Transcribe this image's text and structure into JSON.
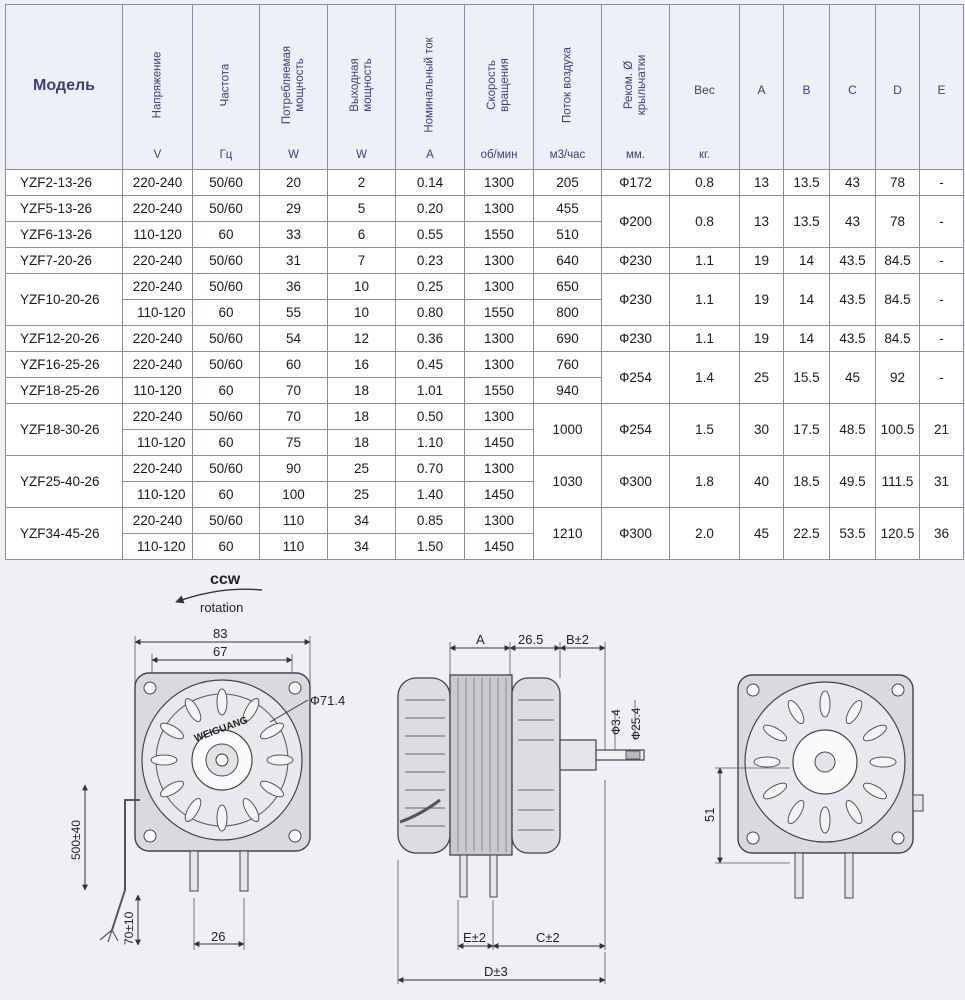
{
  "headers": {
    "model": "Модель",
    "voltage": {
      "label": "Напряжение",
      "unit": "V"
    },
    "frequency": {
      "label": "Частота",
      "unit": "Гц"
    },
    "input_power": {
      "label_line1": "Потребляемая",
      "label_line2": "мощность",
      "unit": "W"
    },
    "output_power": {
      "label_line1": "Выходная",
      "label_line2": "мощность",
      "unit": "W"
    },
    "current": {
      "label": "Номинальный ток",
      "unit": "A"
    },
    "speed": {
      "label_line1": "Скорость",
      "label_line2": "вращения",
      "unit": "об/мин"
    },
    "airflow": {
      "label": "Поток воздуха",
      "unit": "м3/час"
    },
    "blade": {
      "label_line1": "Реком. Ø",
      "label_line2": "крыльчатки",
      "unit": "мм."
    },
    "weight": {
      "label": "Вес",
      "unit": "кг."
    },
    "A": "A",
    "B": "B",
    "C": "C",
    "D": "D",
    "E": "E"
  },
  "rows": [
    {
      "model": "YZF2-13-26",
      "voltage": "220-240",
      "freq": "50/60",
      "pin": "20",
      "pout": "2",
      "current": "0.14",
      "rpm": "1300",
      "air": "205",
      "blade": "Ф172",
      "weight": "0.8",
      "A": "13",
      "B": "13.5",
      "C": "43",
      "D": "78",
      "E": "-"
    },
    {
      "model": "YZF5-13-26",
      "voltage": "220-240",
      "freq": "50/60",
      "pin": "29",
      "pout": "5",
      "current": "0.20",
      "rpm": "1300",
      "air": "455",
      "blade": "Ф200",
      "weight": "0.8",
      "A": "13",
      "B": "13.5",
      "C": "43",
      "D": "78",
      "E": "-"
    },
    {
      "model": "YZF6-13-26",
      "voltage": "110-120",
      "freq": "60",
      "pin": "33",
      "pout": "6",
      "current": "0.55",
      "rpm": "1550",
      "air": "510"
    },
    {
      "model": "YZF7-20-26",
      "voltage": "220-240",
      "freq": "50/60",
      "pin": "31",
      "pout": "7",
      "current": "0.23",
      "rpm": "1300",
      "air": "640",
      "blade": "Ф230",
      "weight": "1.1",
      "A": "19",
      "B": "14",
      "C": "43.5",
      "D": "84.5",
      "E": "-"
    },
    {
      "model": "YZF10-20-26",
      "voltage": "220-240",
      "freq": "50/60",
      "pin": "36",
      "pout": "10",
      "current": "0.25",
      "rpm": "1300",
      "air": "650",
      "blade": "Ф230",
      "weight": "1.1",
      "A": "19",
      "B": "14",
      "C": "43.5",
      "D": "84.5",
      "E": "-"
    },
    {
      "voltage": "110-120",
      "freq": "60",
      "pin": "55",
      "pout": "10",
      "current": "0.80",
      "rpm": "1550",
      "air": "800"
    },
    {
      "model": "YZF12-20-26",
      "voltage": "220-240",
      "freq": "50/60",
      "pin": "54",
      "pout": "12",
      "current": "0.36",
      "rpm": "1300",
      "air": "690",
      "blade": "Ф230",
      "weight": "1.1",
      "A": "19",
      "B": "14",
      "C": "43.5",
      "D": "84.5",
      "E": "-"
    },
    {
      "model": "YZF16-25-26",
      "voltage": "220-240",
      "freq": "50/60",
      "pin": "60",
      "pout": "16",
      "current": "0.45",
      "rpm": "1300",
      "air": "760",
      "blade": "Ф254",
      "weight": "1.4",
      "A": "25",
      "B": "15.5",
      "C": "45",
      "D": "92",
      "E": "-"
    },
    {
      "model": "YZF18-25-26",
      "voltage": "110-120",
      "freq": "60",
      "pin": "70",
      "pout": "18",
      "current": "1.01",
      "rpm": "1550",
      "air": "940"
    },
    {
      "model": "YZF18-30-26",
      "voltage": "220-240",
      "freq": "50/60",
      "pin": "70",
      "pout": "18",
      "current": "0.50",
      "rpm": "1300",
      "air": "1000",
      "blade": "Ф254",
      "weight": "1.5",
      "A": "30",
      "B": "17.5",
      "C": "48.5",
      "D": "100.5",
      "E": "21"
    },
    {
      "voltage": "110-120",
      "freq": "60",
      "pin": "75",
      "pout": "18",
      "current": "1.10",
      "rpm": "1450"
    },
    {
      "model": "YZF25-40-26",
      "voltage": "220-240",
      "freq": "50/60",
      "pin": "90",
      "pout": "25",
      "current": "0.70",
      "rpm": "1300",
      "air": "1030",
      "blade": "Ф300",
      "weight": "1.8",
      "A": "40",
      "B": "18.5",
      "C": "49.5",
      "D": "111.5",
      "E": "31"
    },
    {
      "voltage": "110-120",
      "freq": "60",
      "pin": "100",
      "pout": "25",
      "current": "1.40",
      "rpm": "1450"
    },
    {
      "model": "YZF34-45-26",
      "voltage": "220-240",
      "freq": "50/60",
      "pin": "110",
      "pout": "34",
      "current": "0.85",
      "rpm": "1300",
      "air": "1210",
      "blade": "Ф300",
      "weight": "2.0",
      "A": "45",
      "B": "22.5",
      "C": "53.5",
      "D": "120.5",
      "E": "36"
    },
    {
      "voltage": "110-120",
      "freq": "60",
      "pin": "110",
      "pout": "34",
      "current": "1.50",
      "rpm": "1450"
    }
  ],
  "drawing": {
    "ccw": "ccw",
    "rotation": "rotation",
    "dim_83": "83",
    "dim_67": "67",
    "dim_d71": "Ф71.4",
    "dim_500": "500±40",
    "dim_70": "70±10",
    "dim_26_front": "26",
    "brand": "WEIGUANG",
    "dim_A": "A",
    "dim_26_5": "26.5",
    "dim_B": "B±2",
    "dim_d34": "Ф3.4",
    "dim_d254": "Ф25.4",
    "dim_E": "E±2",
    "dim_C": "C±2",
    "dim_D": "D±3",
    "dim_51": "51"
  }
}
